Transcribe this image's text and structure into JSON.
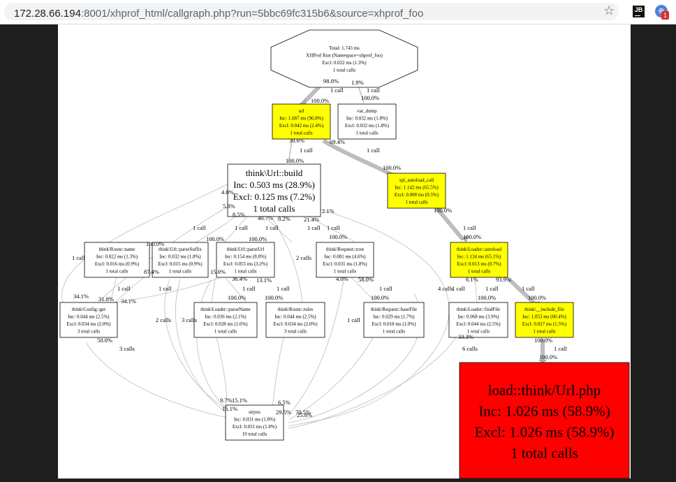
{
  "browser": {
    "url_host": "172.28.66.194",
    "url_rest": ":8001/xhprof_html/callgraph.php?run=5bbc69fc315b6&source=xhprof_foo",
    "bookmark_icon": "star-icon",
    "extensions": [
      {
        "name": "jetbrains-extension-icon",
        "label": "JB"
      },
      {
        "name": "translate-extension-icon",
        "label": "",
        "badge": "1"
      }
    ]
  },
  "graph": {
    "nodes": [
      {
        "id": "root",
        "lines": [
          "Total: 1.743 ms",
          "XHProf Run (Namespace=xhprof_foo)",
          "Excl: 0.022 ms (1.3%)",
          "1 total calls"
        ],
        "fill": "#ffffff"
      },
      {
        "id": "url",
        "lines": [
          "url",
          "Inc: 1.687 ms (96.8%)",
          "Excl: 0.042 ms (2.4%)",
          "1 total calls"
        ],
        "fill": "#ffff00"
      },
      {
        "id": "var_dump",
        "lines": [
          "var_dump",
          "Inc: 0.032 ms (1.8%)",
          "Excl: 0.032 ms (1.8%)",
          "1 total calls"
        ],
        "fill": "#ffffff"
      },
      {
        "id": "build",
        "lines": [
          "think\\Url::build",
          "Inc: 0.503 ms (28.9%)",
          "Excl: 0.125 ms (7.2%)",
          "1 total calls"
        ],
        "fill": "#ffffff"
      },
      {
        "id": "spl",
        "lines": [
          "spl_autoload_call",
          "Inc: 1.142 ms (65.5%)",
          "Excl: 0.008 ms (0.5%)",
          "1 total calls"
        ],
        "fill": "#ffff00"
      },
      {
        "id": "routename",
        "lines": [
          "think\\Route::name",
          "Inc: 0.022 ms (1.3%)",
          "Excl: 0.016 ms (0.9%)",
          "1 total calls"
        ],
        "fill": "#ffffff"
      },
      {
        "id": "parsesuffix",
        "lines": [
          "think\\Url::parseSuffix",
          "Inc: 0.032 ms (1.8%)",
          "Excl: 0.015 ms (0.9%)",
          "1 total calls"
        ],
        "fill": "#ffffff"
      },
      {
        "id": "parseurl",
        "lines": [
          "think\\Url::parseUrl",
          "Inc: 0.154 ms (8.8%)",
          "Excl: 0.055 ms (3.2%)",
          "1 total calls"
        ],
        "fill": "#ffffff"
      },
      {
        "id": "reqroot",
        "lines": [
          "think\\Request::root",
          "Inc: 0.081 ms (4.6%)",
          "Excl: 0.031 ms (1.8%)",
          "1 total calls"
        ],
        "fill": "#ffffff"
      },
      {
        "id": "autoload",
        "lines": [
          "think\\Loader::autoload",
          "Inc: 1.134 ms (65.1%)",
          "Excl: 0.013 ms (0.7%)",
          "1 total calls"
        ],
        "fill": "#ffff00"
      },
      {
        "id": "configget",
        "lines": [
          "think\\Config::get",
          "Inc: 0.044 ms (2.5%)",
          "Excl: 0.034 ms (2.0%)",
          "3 total calls"
        ],
        "fill": "#ffffff"
      },
      {
        "id": "parsename",
        "lines": [
          "think\\Loader::parseName",
          "Inc: 0.036 ms (2.1%)",
          "Excl: 0.028 ms (1.6%)",
          "1 total calls"
        ],
        "fill": "#ffffff"
      },
      {
        "id": "rules",
        "lines": [
          "think\\Route::rules",
          "Inc: 0.044 ms (2.5%)",
          "Excl: 0.034 ms (2.0%)",
          "3 total calls"
        ],
        "fill": "#ffffff"
      },
      {
        "id": "basefile",
        "lines": [
          "think\\Request::baseFile",
          "Inc: 0.029 ms (1.7%)",
          "Excl: 0.018 ms (1.0%)",
          "1 total calls"
        ],
        "fill": "#ffffff"
      },
      {
        "id": "findfile",
        "lines": [
          "think\\Loader::findFile",
          "Inc: 0.068 ms (3.9%)",
          "Excl: 0.044 ms (2.5%)",
          "1 total calls"
        ],
        "fill": "#ffffff"
      },
      {
        "id": "include",
        "lines": [
          "think\\__include_file",
          "Inc: 1.053 ms (60.4%)",
          "Excl: 0.027 ms (1.5%)",
          "1 total calls"
        ],
        "fill": "#ffff00"
      },
      {
        "id": "strpos",
        "lines": [
          "strpos",
          "Inc: 0.031 ms (1.8%)",
          "Excl: 0.031 ms (1.8%)",
          "19 total calls"
        ],
        "fill": "#ffffff"
      },
      {
        "id": "load",
        "lines": [
          "load::think/Url.php",
          "Inc: 1.026 ms (58.9%)",
          "Excl: 1.026 ms (58.9%)",
          "1 total calls"
        ],
        "fill": "#ff0000"
      }
    ],
    "edge_labels": [
      "98.0%",
      "1 call",
      "100.0%",
      "1.9%",
      "1 call",
      "100.0%",
      "30.6%",
      "1 call",
      "100.0%",
      "69.4%",
      "1 call",
      "100.0%",
      "100.0%",
      "1 call",
      "100.0%",
      "4.0%",
      "5.8%",
      "8.5%",
      "40.7%",
      "8.2%",
      "21.4%",
      "2.1%",
      "1 call",
      "1 call",
      "1 call",
      "1 call",
      "1 call",
      "2 calls",
      "100.0%",
      "100.0%",
      "100.0%",
      "100.0%",
      "1 call",
      "87.4%",
      "15.0%",
      "36.4%",
      "13.1%",
      "1 call",
      "1 call",
      "4.0%",
      "58.0%",
      "1 call",
      "4 calls",
      "6.1%",
      "93.9%",
      "1 call",
      "1 call",
      "1 call",
      "34.1%",
      "31.8%",
      "34.1%",
      "1 call",
      "1 call",
      "100.0%",
      "100.0%",
      "100.0%",
      "100.0%",
      "100.0%",
      "2 calls",
      "3 calls",
      "1 call",
      "50.0%",
      "3 calls",
      "33.3%",
      "6 calls",
      "100.0%",
      "1 call",
      "100.0%",
      "9.7%",
      "15.1%",
      "16.1%",
      "6.5%",
      "29.5%",
      "70.5%",
      "25.8%"
    ]
  }
}
